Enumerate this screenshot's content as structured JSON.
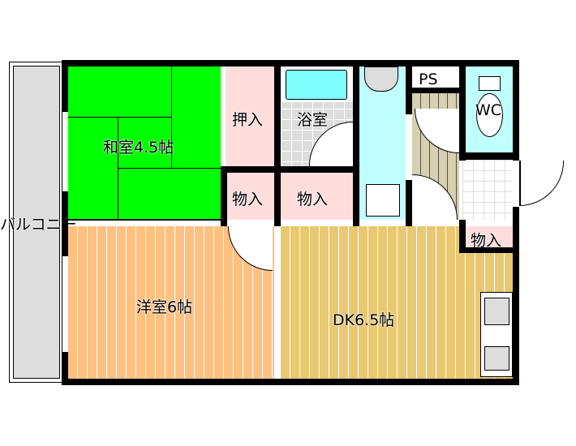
{
  "rooms": {
    "balcony": "バルコニー",
    "washitsu": "和室4.5帖",
    "youshitsu": "洋室6帖",
    "oshiire": "押入",
    "bath": "浴室",
    "storage_left": "物入",
    "storage_middle": "物入",
    "storage_right": "物入",
    "ps": "PS",
    "wc": "WC",
    "dk": "DK6.5帖"
  },
  "colors": {
    "washitsu": "#00ff00",
    "youshitsu": "#ffc080",
    "dk": "#e8c870",
    "closet": "#ffdddd",
    "water": "#c0ffff",
    "balcony": "#dddddd"
  }
}
